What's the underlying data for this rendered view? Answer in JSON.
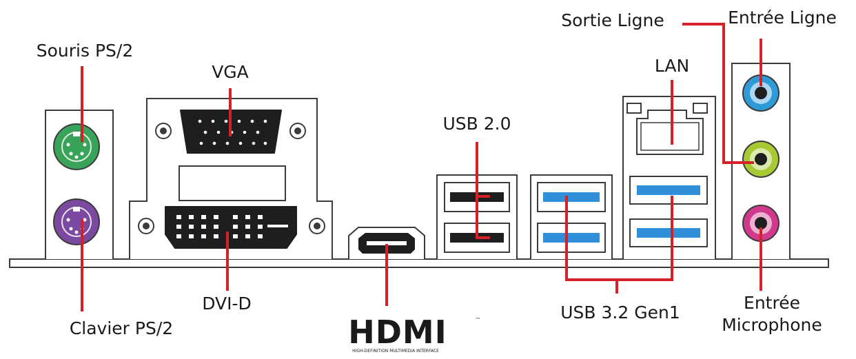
{
  "labels": {
    "ps2_mouse": "Souris PS/2",
    "ps2_keyboard": "Clavier PS/2",
    "vga": "VGA",
    "dvi": "DVI-D",
    "usb2": "USB 2.0",
    "usb3": "USB 3.2 Gen1",
    "lan": "LAN",
    "line_out": "Sortie Ligne",
    "line_in": "Entrée Ligne",
    "mic_in_line1": "Entrée",
    "mic_in_line2": "Microphone"
  },
  "logo": {
    "text": "HDMI",
    "tm": "™",
    "subtitle": "HIGH-DEFINITION MULTIMEDIA INTERFACE"
  },
  "colors": {
    "leader": "#d42027",
    "ps2_mouse": "#3aa35a",
    "ps2_keyboard": "#7b4aa0",
    "usb3": "#2f8fd8",
    "line_in": "#2e9ad7",
    "line_out": "#a6c934",
    "mic_in": "#d13a8c",
    "outline": "#3a3a3a"
  }
}
